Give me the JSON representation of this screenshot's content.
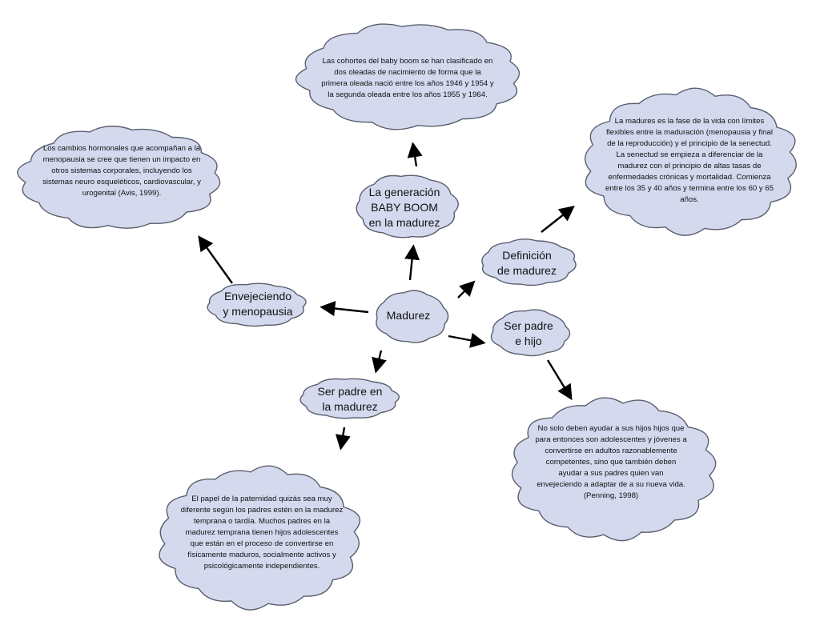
{
  "diagram": {
    "center": "Madurez",
    "hubs": {
      "baby_boom": "La generación\nBABY BOOM\nen la madurez",
      "definicion": "Definición\nde madurez",
      "envejeciendo": "Envejeciendo\ny menopausia",
      "ser_padre_hijo": "Ser padre\ne hijo",
      "ser_padre_madurez": "Ser padre en\nla madurez"
    },
    "notes": {
      "baby_boom": "Las cohortes del baby boom se han clasificado en dos oleadas de nacimiento de forma que la primera oleada nació entre los años 1946 y 1954 y la segunda oleada entre los años 1955 y 1964.",
      "menopausia": "Los cambios hormonales que acompañan a la menopausia se cree que tienen un impacto en otros sistemas corporales, incluyendo los sistemas neuro esqueléticos, cardiovascular, y urogenital (Avis, 1999).",
      "definicion": "La madures es la fase de la vida con límites flexibles entre la maduración (menopausia y final de la reproducción) y el principio de la senectud. La senectud se empieza a diferenciar de la madurez con el principio de altas tasas de enfermedades crónicas y mortalidad. Comienza entre los 35 y 40 años y termina entre los 60 y 65 años.",
      "ser_padre_hijo": "No solo deben ayudar a sus hijos hijos que para entonces son adolescentes y jóvenes a convertirse en adultos razonablemente competentes, sino que también deben ayudar a sus padres quien van envejeciendo a adaptar de a su nueva vida. (Penning, 1998)",
      "ser_padre_madurez": "El papel de la paternidad quizás sea muy diferente según los padres estén en la madurez temprana o tardía. Muchos padres en la madurez temprana tienen hijos adolescentes que están en el proceso de convertirse en físicamente maduros, socialmente activos y psicológicamente independientes."
    }
  }
}
